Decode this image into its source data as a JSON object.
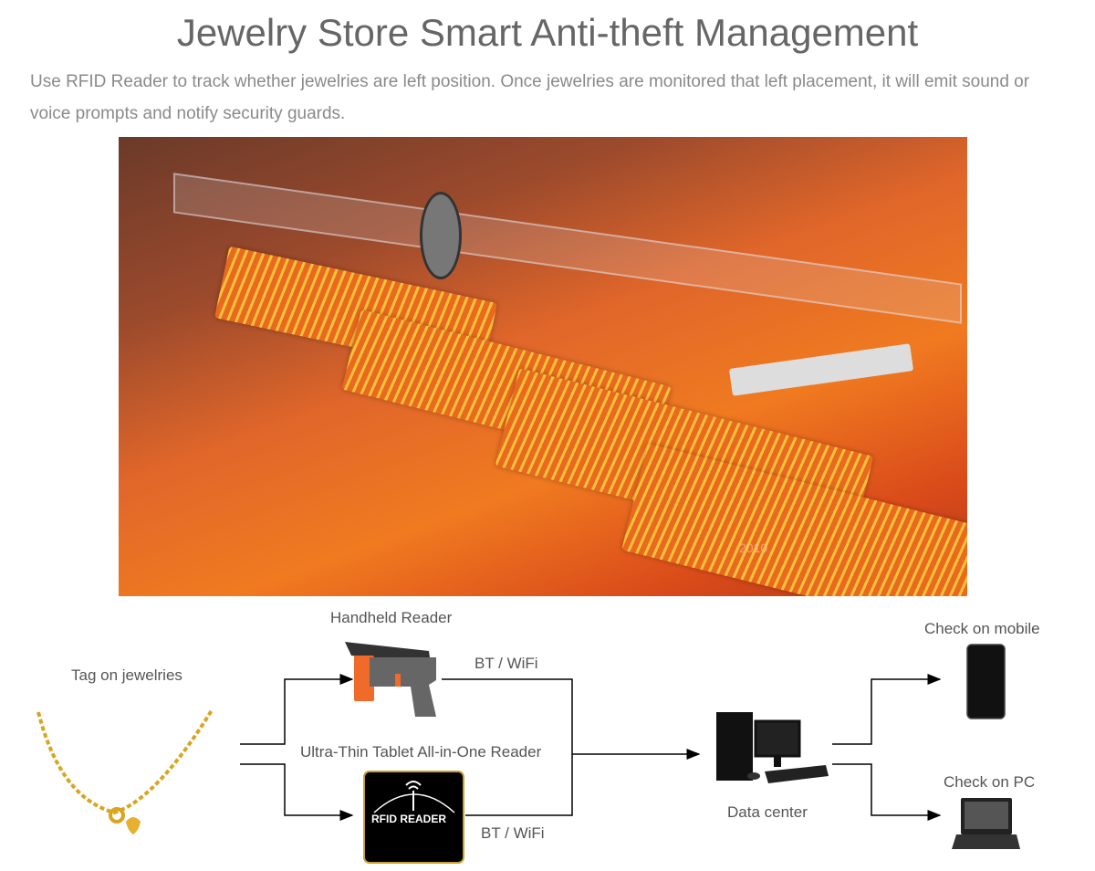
{
  "header": {
    "title": "Jewelry Store Smart Anti-theft Management",
    "description": "Use RFID Reader to track whether jewelries are left position. Once jewelries are monitored that left placement, it will emit sound or voice prompts and notify security guards."
  },
  "photo": {
    "watermark": "2010"
  },
  "diagram": {
    "tag_label": "Tag on jewelries",
    "handheld_label": "Handheld Reader",
    "tablet_label": "Ultra-Thin Tablet All-in-One Reader",
    "tablet_device_text": "RFID READER",
    "link_top": "BT / WiFi",
    "link_bottom": "BT / WiFi",
    "datacenter_label": "Data center",
    "mobile_label": "Check on mobile",
    "pc_label": "Check on PC"
  },
  "colors": {
    "accent_orange": "#f07a20",
    "line": "#000000"
  }
}
